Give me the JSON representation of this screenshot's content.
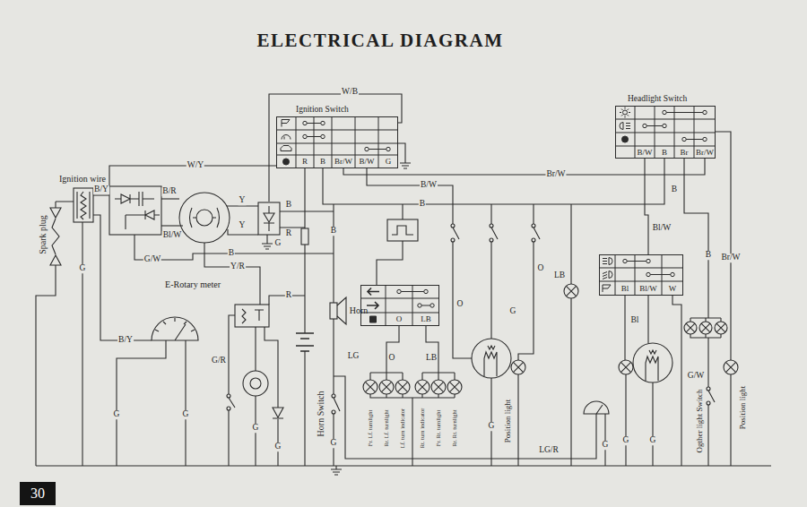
{
  "diagram": {
    "title": "ELECTRICAL DIAGRAM",
    "nodes": [
      {
        "text": [
          "Ignition Switch",
          "R",
          "B",
          "Br/W",
          "B/W",
          "G"
        ]
      },
      {
        "text": [
          "Headlight Switch",
          "B/W",
          "B",
          "Br",
          "Br/W"
        ]
      },
      {
        "text": [
          "Bl",
          "Bl/W",
          "W"
        ]
      },
      {
        "text": [
          "O",
          "LB"
        ]
      },
      {
        "text": [
          "30"
        ]
      }
    ],
    "edges": [
      {
        "from": 0,
        "to": 1,
        "arrow": "none",
        "label": "Br/W"
      },
      {
        "from": 1,
        "to": 2,
        "arrow": "none",
        "label": "Bl/W"
      }
    ],
    "labels": [
      "W/B",
      "W/Y",
      "Ignition wire",
      "B/Y",
      "B/R",
      "B",
      "B/W",
      "B",
      "Y",
      "Y",
      "B",
      "R",
      "Bl/W",
      "G",
      "B",
      "Spark plug",
      "G",
      "G/W",
      "B",
      "Y/R",
      "E-Rotary meter",
      "R",
      "Horn",
      "B/Y",
      "LG",
      "G/R",
      "O",
      "LB",
      "O",
      "O",
      "LB",
      "G",
      "B",
      "Br/W",
      "Bl",
      "G/W",
      "Horn Switch",
      "Fr. Lf. turnlight",
      "Rr. Lf. turnlight",
      "Lf. turn indicator",
      "Rt. turn indicator",
      "Fr. Rt. turnlight",
      "Rr. Rt. turnlight",
      "Position light",
      "Ogther light Switch",
      "Position light",
      "LG/R",
      "G",
      "G",
      "G",
      "G",
      "G",
      "G",
      "G",
      "G",
      "G"
    ]
  }
}
